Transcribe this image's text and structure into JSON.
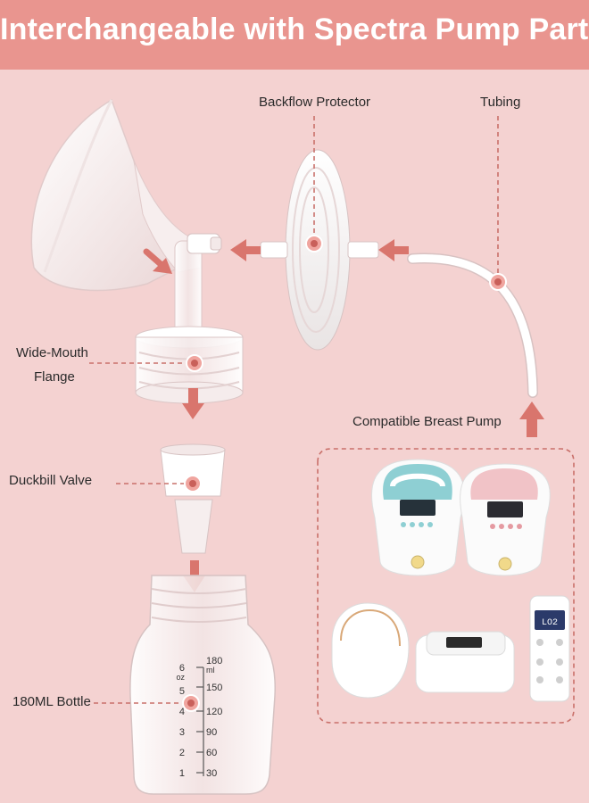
{
  "banner": {
    "title": "Interchangeable with Spectra Pump Parts"
  },
  "labels": {
    "backflow_protector": "Backflow Protector",
    "tubing": "Tubing",
    "wide_mouth_flange_line1": "Wide-Mouth",
    "wide_mouth_flange_line2": "Flange",
    "duckbill_valve": "Duckbill Valve",
    "bottle": "180ML Bottle",
    "compatible_pump": "Compatible Breast Pump"
  },
  "bottle_scale": {
    "oz": [
      "6",
      "5",
      "4",
      "3",
      "2",
      "1"
    ],
    "oz_unit": "oz",
    "ml": [
      "180",
      "150",
      "120",
      "90",
      "60",
      "30"
    ],
    "ml_unit": "ml"
  },
  "pump_screens": {
    "tall_pump_display": "LO2"
  },
  "colors": {
    "background": "#f4d2d1",
    "banner": "#e9958f",
    "accent_arrow": "#d9756d",
    "dashed_line": "#c9706a",
    "teal_pump": "#8ecfd3",
    "pink_pump": "#f1c3c7"
  }
}
